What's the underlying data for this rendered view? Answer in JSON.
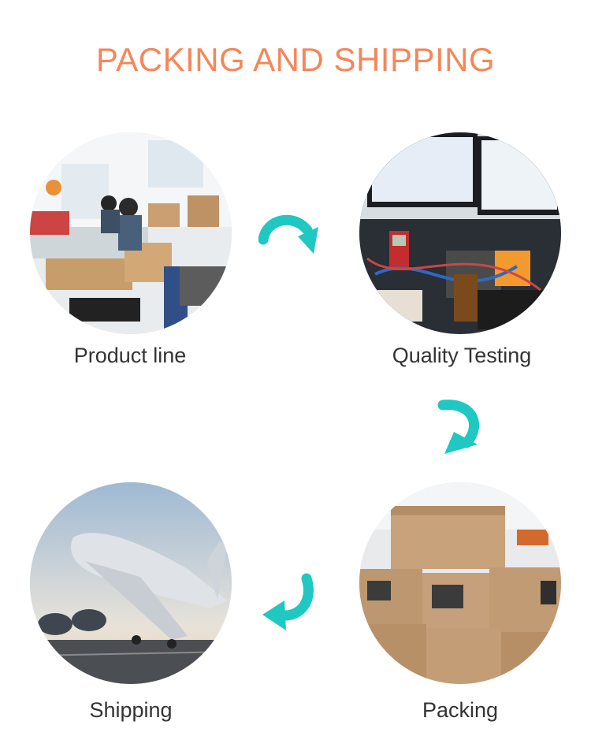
{
  "header": {
    "title": "PACKING AND SHIPPING"
  },
  "steps": [
    {
      "label": "Product line",
      "image": "factory-production-line"
    },
    {
      "label": "Quality Testing",
      "image": "electronics-testing-bench"
    },
    {
      "label": "Packing",
      "image": "stacked-cardboard-boxes"
    },
    {
      "label": "Shipping",
      "image": "airplane-takeoff"
    }
  ],
  "flow_arrows": [
    "curved-arrow-icon",
    "curved-arrow-icon",
    "curved-arrow-icon"
  ],
  "colors": {
    "title": "#f4875a",
    "accent": "#1fc8c3",
    "label": "#333333"
  }
}
